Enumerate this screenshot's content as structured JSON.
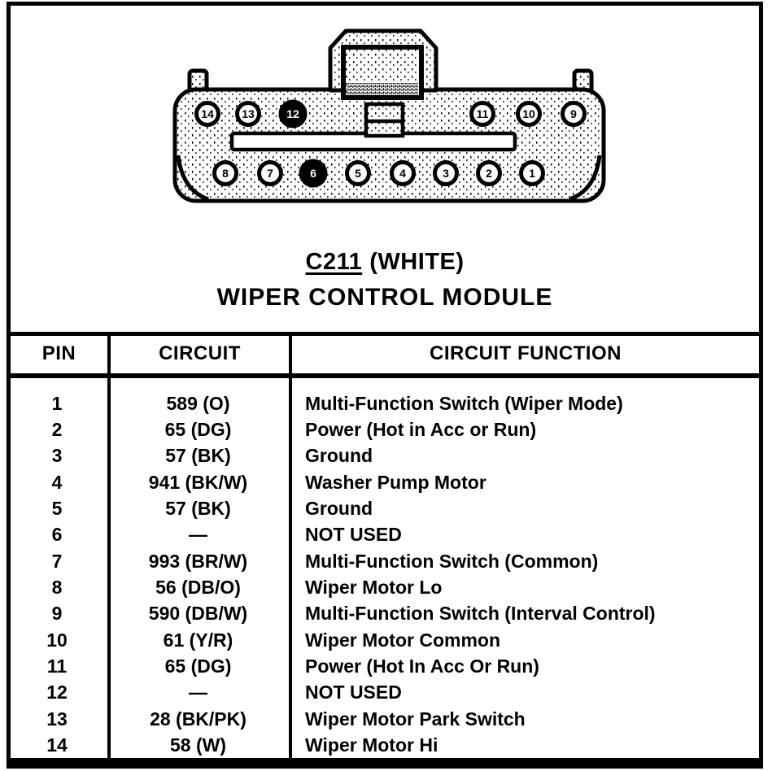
{
  "connector": {
    "label": "C211",
    "color_note": "(WHITE)",
    "title": "WIPER CONTROL MODULE",
    "top_row_pins": [
      {
        "num": "14",
        "filled": false
      },
      {
        "num": "13",
        "filled": false
      },
      {
        "num": "12",
        "filled": true
      },
      {
        "num": "11",
        "filled": false
      },
      {
        "num": "10",
        "filled": false
      },
      {
        "num": "9",
        "filled": false
      }
    ],
    "bottom_row_pins": [
      {
        "num": "8",
        "filled": false
      },
      {
        "num": "7",
        "filled": false
      },
      {
        "num": "6",
        "filled": true
      },
      {
        "num": "5",
        "filled": false
      },
      {
        "num": "4",
        "filled": false
      },
      {
        "num": "3",
        "filled": false
      },
      {
        "num": "2",
        "filled": false
      },
      {
        "num": "1",
        "filled": false
      }
    ]
  },
  "table": {
    "headers": [
      "PIN",
      "CIRCUIT",
      "CIRCUIT FUNCTION"
    ],
    "rows": [
      {
        "pin": "1",
        "circuit": "589 (O)",
        "function": "Multi-Function Switch (Wiper Mode)"
      },
      {
        "pin": "2",
        "circuit": "65 (DG)",
        "function": "Power (Hot in Acc or Run)"
      },
      {
        "pin": "3",
        "circuit": "57 (BK)",
        "function": "Ground"
      },
      {
        "pin": "4",
        "circuit": "941 (BK/W)",
        "function": "Washer Pump Motor"
      },
      {
        "pin": "5",
        "circuit": "57 (BK)",
        "function": "Ground"
      },
      {
        "pin": "6",
        "circuit": "—",
        "function": "NOT USED"
      },
      {
        "pin": "7",
        "circuit": "993 (BR/W)",
        "function": "Multi-Function Switch (Common)"
      },
      {
        "pin": "8",
        "circuit": "56 (DB/O)",
        "function": "Wiper Motor Lo"
      },
      {
        "pin": "9",
        "circuit": "590 (DB/W)",
        "function": "Multi-Function Switch (Interval Control)"
      },
      {
        "pin": "10",
        "circuit": "61 (Y/R)",
        "function": "Wiper Motor Common"
      },
      {
        "pin": "11",
        "circuit": "65 (DG)",
        "function": "Power (Hot In Acc Or Run)"
      },
      {
        "pin": "12",
        "circuit": "—",
        "function": "NOT USED"
      },
      {
        "pin": "13",
        "circuit": "28 (BK/PK)",
        "function": "Wiper Motor Park Switch"
      },
      {
        "pin": "14",
        "circuit": "58 (W)",
        "function": "Wiper Motor Hi"
      }
    ]
  },
  "colors": {
    "ink": "#000000",
    "paper": "#ffffff"
  }
}
